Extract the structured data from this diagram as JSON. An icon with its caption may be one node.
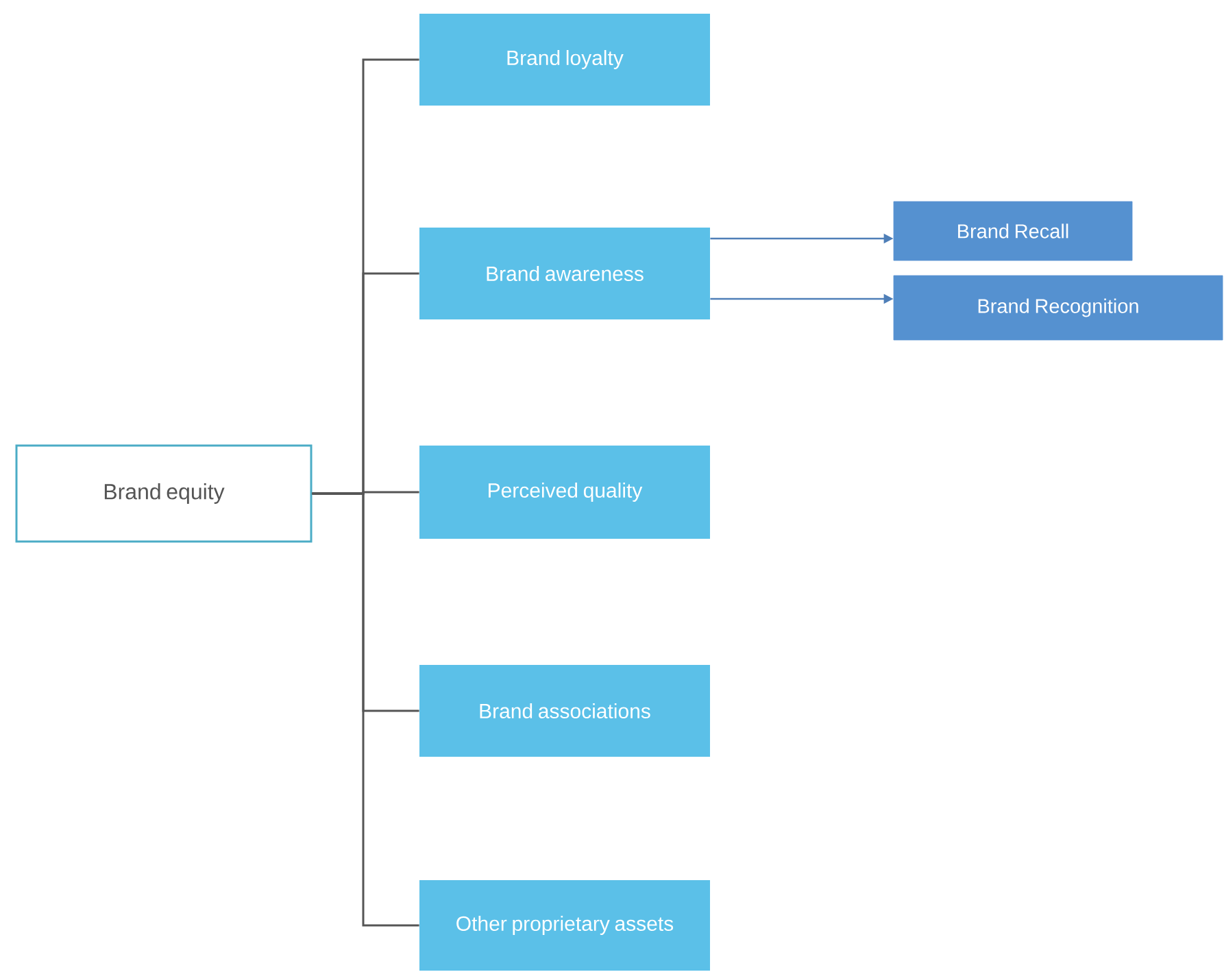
{
  "diagram": {
    "nodes": [
      {
        "text": [
          "Brand equity"
        ]
      },
      {
        "text": [
          "Brand loyalty"
        ]
      },
      {
        "text": [
          "Brand awareness"
        ]
      },
      {
        "text": [
          "Perceived quality"
        ]
      },
      {
        "text": [
          "Brand associations"
        ]
      },
      {
        "text": [
          "Other proprietary assets"
        ]
      },
      {
        "text": [
          "Brand Recall"
        ]
      },
      {
        "text": [
          "Brand Recognition"
        ]
      }
    ],
    "edges": [
      {
        "from": 0,
        "to": 1,
        "arrow": "none"
      },
      {
        "from": 0,
        "to": 2,
        "arrow": "none"
      },
      {
        "from": 0,
        "to": 3,
        "arrow": "none"
      },
      {
        "from": 0,
        "to": 4,
        "arrow": "none"
      },
      {
        "from": 0,
        "to": 5,
        "arrow": "none"
      },
      {
        "from": 2,
        "to": 6,
        "arrow": "to",
        "color": "#4f7fb8"
      },
      {
        "from": 2,
        "to": 7,
        "arrow": "to",
        "color": "#4f7fb8"
      }
    ]
  }
}
